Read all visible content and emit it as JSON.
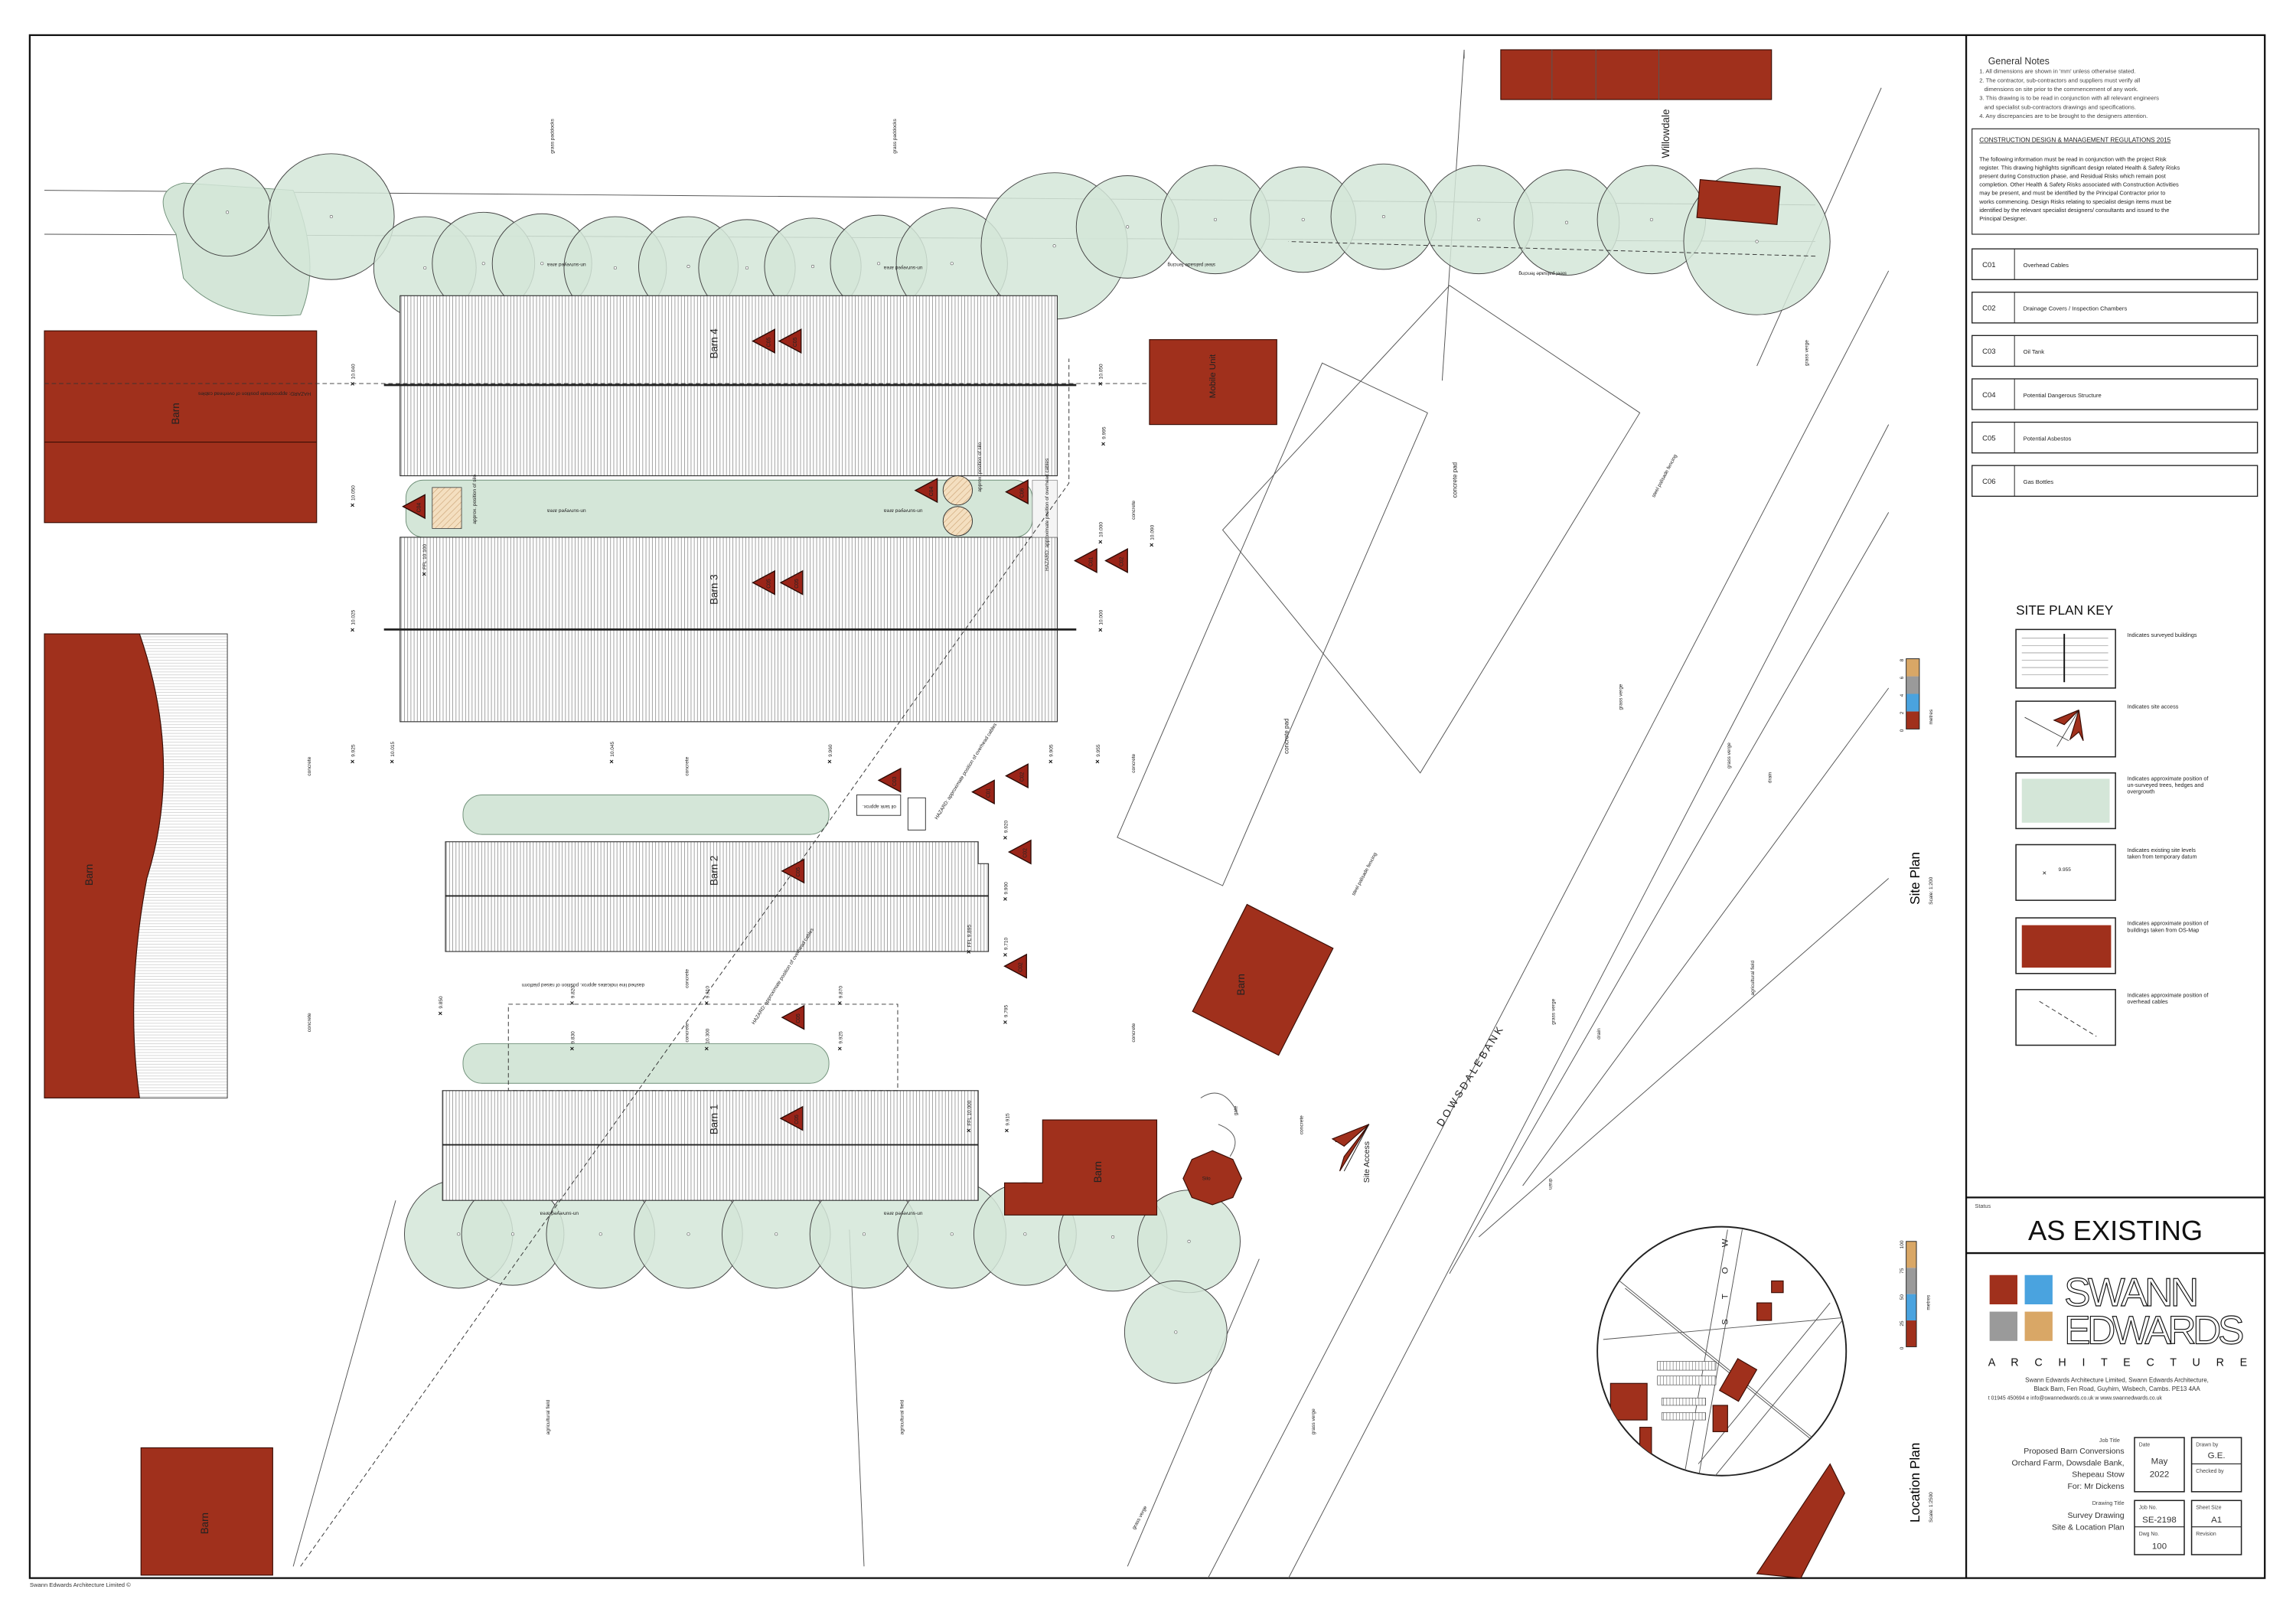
{
  "general_notes": {
    "title": "General Notes",
    "lines": [
      "1. All dimensions are shown in 'mm' unless otherwise stated.",
      "2. The contractor, sub-contractors and suppliers must verify all",
      "   dimensions on site prior to the commencement of any work.",
      "3. This drawing is to be read in conjunction with all relevant engineers",
      "   and specialist sub-contractors drawings and specifications.",
      "4. Any discrepancies are to be brought to the designers attention."
    ]
  },
  "cdm": {
    "title": "CONSTRUCTION DESIGN & MANAGEMENT REGULATIONS 2015",
    "lines": [
      "The following information must be read in conjunction with the project Risk",
      "register. This drawing highlights significant design related Health & Safety Risks",
      "present during Construction phase, and Residual Risks which remain post",
      "completion. Other Health & Safety Risks associated with Construction Activities",
      "may be present, and must be identified by the Principal Contractor prior to",
      "works commencing. Design Risks relating to specialist design items must be",
      "identified by the relevant specialist designers/ consultants and issued to the",
      "Principal Designer."
    ]
  },
  "risks": [
    {
      "code": "C01",
      "label": "Overhead Cables"
    },
    {
      "code": "C02",
      "label": "Drainage Covers / Inspection Chambers"
    },
    {
      "code": "C03",
      "label": "Oil Tank"
    },
    {
      "code": "C04",
      "label": "Potential Dangerous Structure"
    },
    {
      "code": "C05",
      "label": "Potential Asbestos"
    },
    {
      "code": "C06",
      "label": "Gas Bottles"
    }
  ],
  "key": {
    "title": "SITE PLAN KEY",
    "items": [
      "Indicates surveyed buildings",
      "Indicates site access",
      "Indicates approximate position of un-surveyed trees, hedges and overgrowth",
      "Indicates existing site levels taken from temporary datum",
      "Indicates approximate position of buildings taken from OS-Map",
      "Indicates approximate position of overhead cables"
    ],
    "sample_level": "9.955"
  },
  "site_plan": {
    "title": "Site Plan",
    "scale": "Scale: 1:200",
    "scalebar_ticks": [
      "0",
      "2",
      "4",
      "6",
      "8"
    ],
    "scalebar_unit": "metres",
    "barns": [
      "Barn 4",
      "Barn 3",
      "Barn 2",
      "Barn 1"
    ],
    "os_buildings": [
      "Barn",
      "Barn",
      "Barn",
      "Mobile Unit",
      "Barn",
      "Barn",
      "Silo"
    ],
    "willowdale": "Willowdale",
    "road": "D O W S D A L E   B A N K",
    "site_access": "Site Access",
    "hazard_text": "HAZARD: approximate position of overhead cables",
    "hazards": [
      "C05",
      "C05",
      "C04",
      "C04",
      "C06",
      "C05",
      "C05",
      "C01",
      "C02",
      "C03",
      "C01",
      "C02",
      "C02",
      "C05",
      "C02",
      "C05",
      "C05"
    ],
    "levels": [
      "10.040",
      "10.050",
      "9.995",
      "10.050",
      "FFL 10.100",
      "10.000",
      "10.090",
      "10.025",
      "10.000",
      "9.925",
      "10.015",
      "10.045",
      "9.960",
      "9.905",
      "9.955",
      "9.920",
      "9.900",
      "9.710",
      "FFL 9.895",
      "9.850",
      "9.820",
      "9.910",
      "9.870",
      "9.830",
      "10.300",
      "9.925",
      "9.795",
      "FFL 10.000",
      "9.915"
    ],
    "labels": {
      "grass_paddocks": "grass paddocks",
      "unsurveyed": "un-surveyed area",
      "concrete": "concrete",
      "concrete_pad": "concrete pad",
      "grass_verge": "grass verge",
      "fencing": "steel palisade fencing",
      "agri": "agricultural field",
      "drain": "drain",
      "gate": "gate",
      "silo_pos": "approx. position of silo",
      "oil_tank": "oil tank approx.",
      "dashed_line": "dashed line indicates approx. position of raised platform",
      "overhead_note": "HAZARD: approximate position of overhead cables"
    }
  },
  "location_plan": {
    "title": "Location Plan",
    "scale": "Scale: 1:2500",
    "scalebar_ticks": [
      "0",
      "25",
      "50",
      "75",
      "100"
    ],
    "scalebar_unit": "metres",
    "road_letters": "S T O W"
  },
  "status": {
    "label": "Status",
    "value": "AS EXISTING"
  },
  "company": {
    "name_line1": "SWANN",
    "name_line2": "EDWARDS",
    "tagline": "A R C H I T E C T U R E",
    "address1": "Swann Edwards Architecture Limited, Swann Edwards Architecture,",
    "address2": "Black Barn, Fen Road, Guyhirn, Wisbech, Cambs. PE13 4AA",
    "contact": "t 01945 450694  e info@swannedwards.co.uk  w www.swannedwards.co.uk",
    "colors": [
      "#a0301c",
      "#4aa3df",
      "#9a9a9a",
      "#d9a766"
    ]
  },
  "title_block": {
    "job_title_label": "Job Title",
    "job_title": [
      "Proposed Barn Conversions",
      "Orchard Farm, Dowsdale Bank,",
      "Shepeau Stow",
      "For: Mr Dickens"
    ],
    "drawing_title_label": "Drawing Title",
    "drawing_title": [
      "Survey Drawing",
      "Site & Location Plan"
    ],
    "date_label": "Date",
    "date": [
      "May",
      "2022"
    ],
    "drawn_by_label": "Drawn by",
    "drawn_by": "G.E.",
    "checked_by_label": "Checked by",
    "job_no_label": "Job No.",
    "job_no": "SE-2198",
    "dwg_no_label": "Dwg No.",
    "dwg_no": "100",
    "sheet_size_label": "Sheet Size",
    "sheet_size": "A1",
    "revision_label": "Revision"
  },
  "footer": "Swann Edwards Architecture Limited ©"
}
